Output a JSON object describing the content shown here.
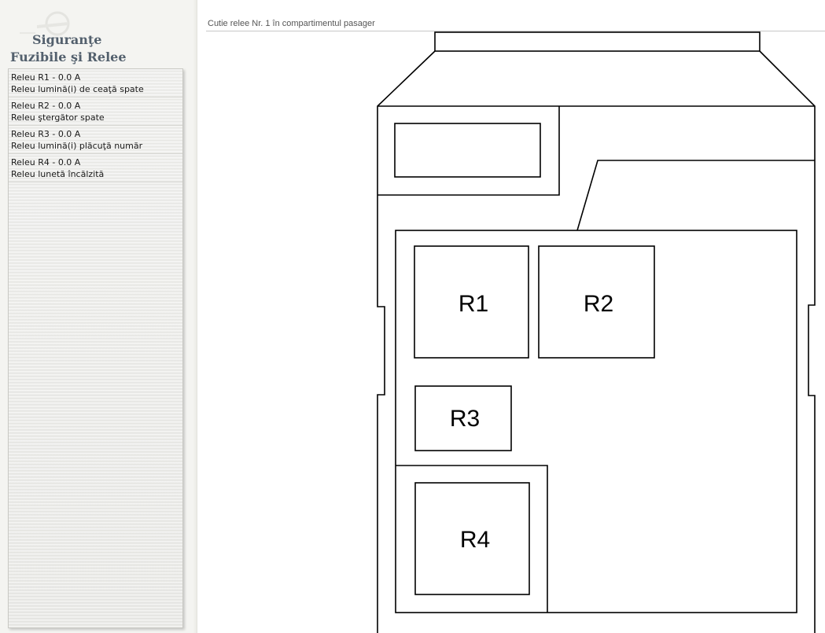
{
  "sidebar": {
    "title_line1": "Siguranţe",
    "title_line2": "Fuzibile şi Relee",
    "items": [
      {
        "label": "Releu R1 - 0.0 A",
        "description": "Releu lumină(i) de ceaţă spate"
      },
      {
        "label": "Releu R2 - 0.0 A",
        "description": "Releu ştergător spate"
      },
      {
        "label": "Releu R3 - 0.0 A",
        "description": "Releu lumină(i) plăcuţă număr"
      },
      {
        "label": "Releu R4 - 0.0 A",
        "description": "Releu lunetă încălzită"
      }
    ]
  },
  "main": {
    "caption": "Cutie relee Nr. 1 în compartimentul pasager",
    "relays": [
      {
        "id": "R1",
        "label": "R1"
      },
      {
        "id": "R2",
        "label": "R2"
      },
      {
        "id": "R3",
        "label": "R3"
      },
      {
        "id": "R4",
        "label": "R4"
      }
    ]
  },
  "icons": {
    "logo": "opel-logo-icon"
  },
  "colors": {
    "title": "#53606d",
    "diagram_stroke": "#000000"
  }
}
